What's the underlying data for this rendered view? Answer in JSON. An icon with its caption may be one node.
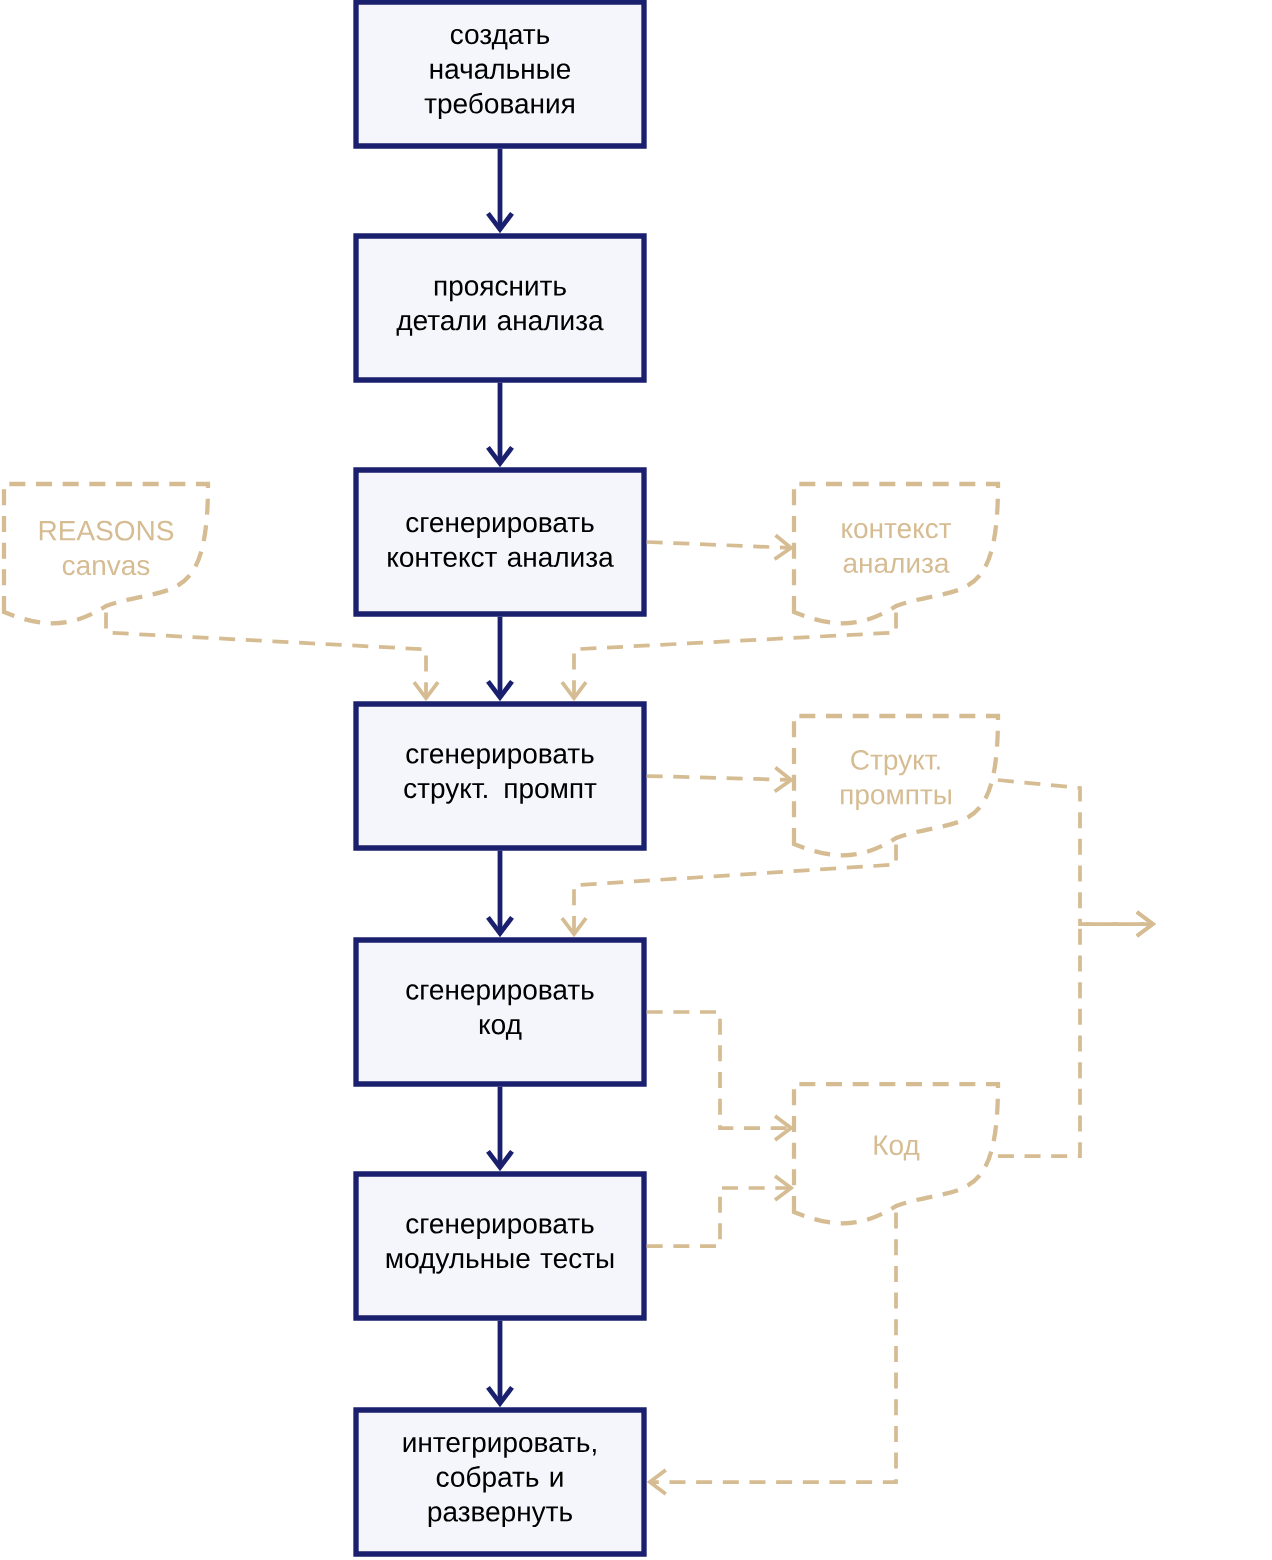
{
  "diagram": {
    "nodes": [
      {
        "text": [
          "создать начальные требования"
        ]
      },
      {
        "text": [
          "прояснить детали анализа"
        ]
      },
      {
        "text": [
          "REASONS canvas"
        ]
      },
      {
        "text": [
          "сгенерировать контекст анализа"
        ]
      },
      {
        "text": [
          "контекст анализа"
        ]
      },
      {
        "text": [
          "сгенерировать структ. промпт"
        ]
      },
      {
        "text": [
          "Структ. промпты"
        ]
      },
      {
        "text": [
          "сгенерировать код"
        ]
      },
      {
        "text": [
          "Код"
        ]
      },
      {
        "text": [
          "сгенерировать модульные тесты"
        ]
      },
      {
        "text": [
          "интегрировать, собрать и развернуть"
        ]
      }
    ],
    "edges": [
      {
        "from": 0,
        "to": 1,
        "arrow": "to",
        "color": "#1a1f6e"
      },
      {
        "from": 1,
        "to": 3,
        "arrow": "to",
        "color": "#1a1f6e"
      },
      {
        "from": 3,
        "to": 5,
        "arrow": "to",
        "color": "#1a1f6e"
      },
      {
        "from": 5,
        "to": 7,
        "arrow": "to",
        "color": "#1a1f6e"
      },
      {
        "from": 7,
        "to": 9,
        "arrow": "to",
        "color": "#1a1f6e"
      },
      {
        "from": 9,
        "to": 10,
        "arrow": "to",
        "color": "#1a1f6e"
      },
      {
        "from": 3,
        "to": 4,
        "arrow": "to",
        "style": "dashed",
        "color": "#d6bc92"
      },
      {
        "from": 2,
        "to": 5,
        "arrow": "to",
        "style": "dashed",
        "color": "#d6bc92"
      },
      {
        "from": 4,
        "to": 5,
        "arrow": "to",
        "style": "dashed",
        "color": "#d6bc92"
      },
      {
        "from": 5,
        "to": 6,
        "arrow": "to",
        "style": "dashed",
        "color": "#d6bc92"
      },
      {
        "from": 6,
        "to": 7,
        "arrow": "to",
        "style": "dashed",
        "color": "#d6bc92"
      },
      {
        "from": 7,
        "to": 8,
        "arrow": "to",
        "style": "dashed",
        "color": "#d6bc92"
      },
      {
        "from": 9,
        "to": 8,
        "arrow": "to",
        "style": "dashed",
        "color": "#d6bc92"
      },
      {
        "from": 8,
        "to": 10,
        "arrow": "to",
        "style": "dashed",
        "color": "#d6bc92"
      },
      {
        "from": 6,
        "to": null,
        "arrow": "to",
        "style": "dashed",
        "color": "#d6bc92"
      },
      {
        "from": 8,
        "to": null,
        "arrow": "to",
        "style": "dashed",
        "color": "#d6bc92"
      }
    ]
  }
}
